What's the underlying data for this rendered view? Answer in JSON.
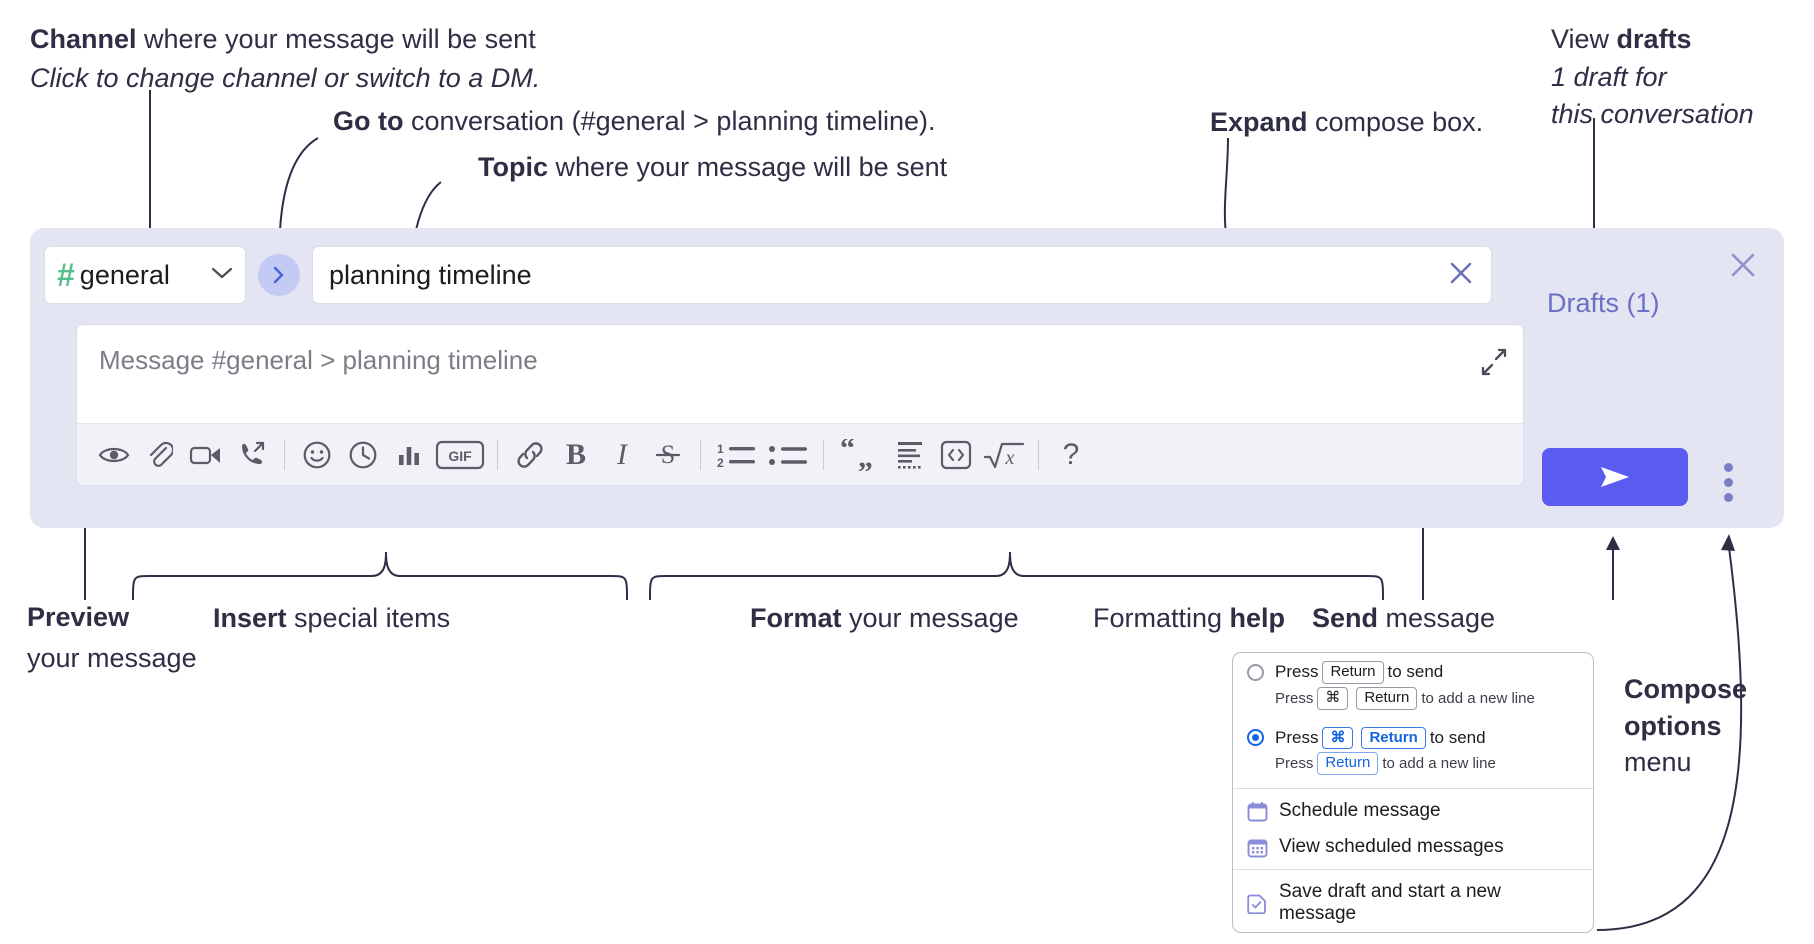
{
  "annotations": {
    "channel": {
      "line1_bold": "Channel",
      "line1_rest": " where your message will be sent",
      "line2": "Click to change channel or switch to a DM."
    },
    "goto": {
      "bold": "Go to",
      "rest": " conversation (#general > planning timeline)."
    },
    "topic": {
      "bold": "Topic",
      "rest": " where your message will be sent"
    },
    "expand": {
      "bold": "Expand",
      "rest": " compose box."
    },
    "drafts": {
      "line1_rest": "View ",
      "line1_bold": "drafts",
      "line2": "1 draft for",
      "line3": "this conversation"
    },
    "preview": {
      "bold": "Preview",
      "rest": "your message"
    },
    "insert": {
      "bold": "Insert",
      "rest": " special items"
    },
    "format": {
      "bold": "Format",
      "rest": " your message"
    },
    "help": {
      "rest": "Formatting ",
      "bold": "help"
    },
    "send": {
      "bold": "Send",
      "rest": " message"
    },
    "compose_options": {
      "line1": "Compose",
      "line2": "options",
      "line3": "menu"
    }
  },
  "compose": {
    "channel_name": "general",
    "channel_hash": "#",
    "goto_icon": "chevron-right-icon",
    "topic_value": "planning timeline",
    "topic_clear_icon": "close-icon",
    "message_placeholder": "Message #general > planning timeline",
    "expand_icon": "expand-icon",
    "drafts_label": "Drafts (1)",
    "panel_close_icon": "close-icon",
    "send_icon": "send-paper-plane-icon",
    "more_icon": "vertical-ellipsis-icon",
    "toolbar": [
      {
        "name": "preview-icon",
        "label": "Preview"
      },
      {
        "name": "attachment-icon",
        "label": "Attach file"
      },
      {
        "name": "video-camera-icon",
        "label": "Record video clip"
      },
      {
        "name": "phone-forward-icon",
        "label": "Record audio clip"
      },
      {
        "name": "separator",
        "label": ""
      },
      {
        "name": "emoji-icon",
        "label": "Emoji"
      },
      {
        "name": "clock-icon",
        "label": "Reminder"
      },
      {
        "name": "bar-chart-icon",
        "label": "Poll"
      },
      {
        "name": "gif-icon",
        "label": "GIF"
      },
      {
        "name": "separator",
        "label": ""
      },
      {
        "name": "link-icon",
        "label": "Link"
      },
      {
        "name": "bold-icon",
        "label": "B"
      },
      {
        "name": "italic-icon",
        "label": "I"
      },
      {
        "name": "strikethrough-icon",
        "label": "S"
      },
      {
        "name": "separator",
        "label": ""
      },
      {
        "name": "ordered-list-icon",
        "label": "Ordered list"
      },
      {
        "name": "bulleted-list-icon",
        "label": "Bulleted list"
      },
      {
        "name": "separator",
        "label": ""
      },
      {
        "name": "blockquote-icon",
        "label": "Blockquote"
      },
      {
        "name": "code-block-icon",
        "label": "Code block"
      },
      {
        "name": "inline-code-icon",
        "label": "Code"
      },
      {
        "name": "math-icon",
        "label": "Math"
      },
      {
        "name": "separator",
        "label": ""
      },
      {
        "name": "help-icon",
        "label": "?"
      }
    ]
  },
  "menu": {
    "option1": {
      "pre": "Press",
      "key": "Return",
      "post": "to send",
      "sub_pre": "Press",
      "sub_key1": "⌘",
      "sub_key2": "Return",
      "sub_post": "to add a new line",
      "selected": false
    },
    "option2": {
      "pre": "Press",
      "key1": "⌘",
      "key2": "Return",
      "post": "to send",
      "sub_pre": "Press",
      "sub_key": "Return",
      "sub_post": "to add a new line",
      "selected": true
    },
    "items": [
      {
        "icon": "calendar-clock-icon",
        "label": "Schedule message"
      },
      {
        "icon": "calendar-grid-icon",
        "label": "View scheduled messages"
      },
      {
        "icon": "save-draft-icon",
        "label": "Save draft and start a new message"
      }
    ]
  },
  "colors": {
    "panel_bg": "#e3e5f3",
    "accent": "#5b5bef",
    "hash_green": "#56c08d",
    "drafts_purple": "#6a6fc4",
    "key_blue": "#1264e0"
  }
}
